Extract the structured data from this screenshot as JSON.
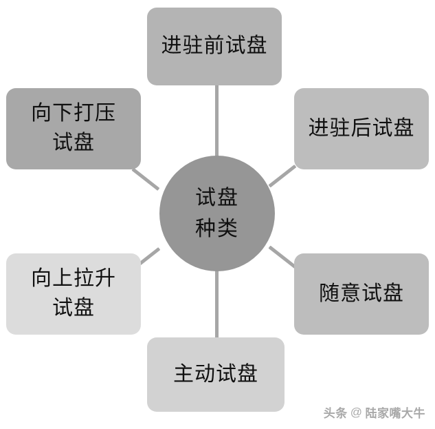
{
  "diagram": {
    "center": {
      "label": "试盘\n种类",
      "color": "#969696"
    },
    "nodes": [
      {
        "id": "top",
        "label": "进驻前试盘",
        "color": "#b4b4b4",
        "position": "top"
      },
      {
        "id": "upper-right",
        "label": "进驻后试盘",
        "color": "#bdbdbd",
        "position": "upper-right"
      },
      {
        "id": "lower-right",
        "label": "随意试盘",
        "color": "#bdbdbd",
        "position": "lower-right"
      },
      {
        "id": "bottom",
        "label": "主动试盘",
        "color": "#d2d2d2",
        "position": "bottom"
      },
      {
        "id": "lower-left",
        "label": "向上拉升\n试盘",
        "color": "#dcdcdc",
        "position": "lower-left"
      },
      {
        "id": "upper-left",
        "label": "向下打压\n试盘",
        "color": "#a8a8a8",
        "position": "upper-left"
      }
    ],
    "connector_color": "#a6a6a6"
  },
  "watermark": {
    "brand": "头条",
    "at": "@",
    "username": "陆家嘴大牛"
  }
}
